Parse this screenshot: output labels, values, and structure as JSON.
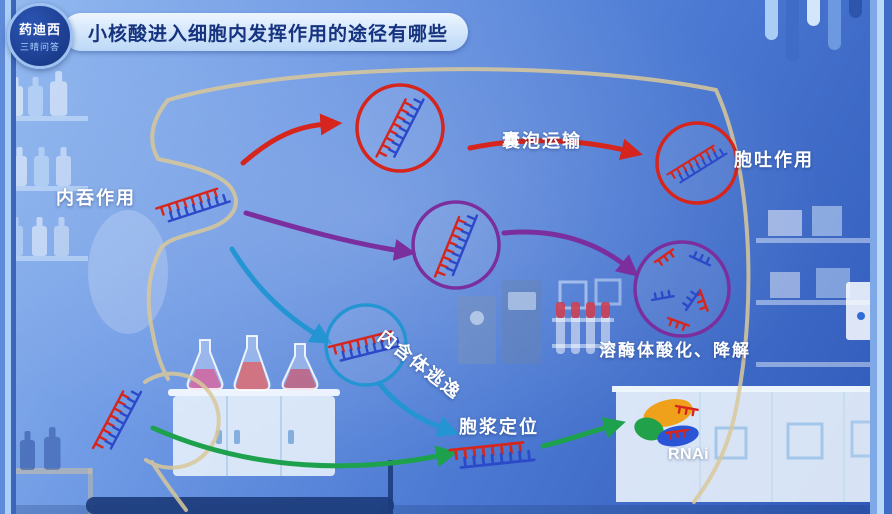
{
  "header": {
    "logo": {
      "line1": "药迪西",
      "line2": "三晴问答"
    },
    "title": "小核酸进入细胞内发挥作用的途径有哪些"
  },
  "diagram": {
    "labels": {
      "endocytosis": "内吞作用",
      "vesicle_transport": "囊泡运输",
      "exocytosis": "胞吐作用",
      "endosome_escape": "内含体逃逸",
      "lysosome_degradation": "溶酶体酸化、降解",
      "cytoplasm_localization": "胞浆定位",
      "rnai": "RNAi"
    },
    "pathways": [
      {
        "name": "exocytosis-pathway",
        "color_key": "pathway_red",
        "steps": [
          "内吞作用",
          "囊泡运输",
          "胞吐作用"
        ]
      },
      {
        "name": "lysosome-pathway",
        "color_key": "pathway_purple",
        "steps": [
          "内吞作用",
          "溶酶体酸化、降解"
        ]
      },
      {
        "name": "escape-pathway",
        "color_key": "pathway_cyan",
        "steps": [
          "内吞作用",
          "内含体逃逸",
          "胞浆定位"
        ]
      },
      {
        "name": "rnai-pathway",
        "color_key": "pathway_green",
        "steps": [
          "胞浆定位",
          "RNAi"
        ]
      }
    ],
    "colors": {
      "pathway_red": "#d6251d",
      "pathway_purple": "#7b2f9e",
      "pathway_cyan": "#2495d2",
      "pathway_green": "#1da14d",
      "membrane": "#d9c89a",
      "strand_red": "#d6251d",
      "strand_blue": "#2b49c8",
      "rnai_orange": "#efa11b",
      "rnai_green": "#21a24a",
      "rnai_blue": "#2a55d6",
      "title_text": "#16337f"
    }
  }
}
